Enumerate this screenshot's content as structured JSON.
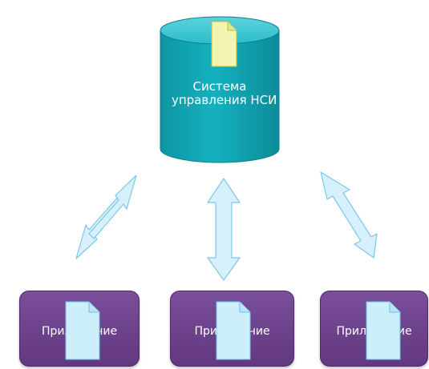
{
  "center_node": {
    "label_line1": "Система",
    "label_line2": "управления НСИ",
    "shape": "database-cylinder",
    "icon": "document-icon",
    "color": "#12a7b5"
  },
  "applications": [
    {
      "label": "Приложение",
      "icon": "document-icon"
    },
    {
      "label": "Приложение",
      "icon": "document-icon"
    },
    {
      "label": "Приложение",
      "icon": "document-icon"
    }
  ],
  "connectors": [
    {
      "from": "center_node",
      "to": "applications.0",
      "style": "double-arrow"
    },
    {
      "from": "center_node",
      "to": "applications.1",
      "style": "double-arrow"
    },
    {
      "from": "center_node",
      "to": "applications.2",
      "style": "double-arrow"
    }
  ],
  "colors": {
    "database": "#12a7b5",
    "application": "#6b3f8a",
    "arrow_fill": "#d6f1fb",
    "arrow_stroke": "#7cc7e6",
    "center_document": "#f2f5b0",
    "app_document": "#cdeffc"
  }
}
